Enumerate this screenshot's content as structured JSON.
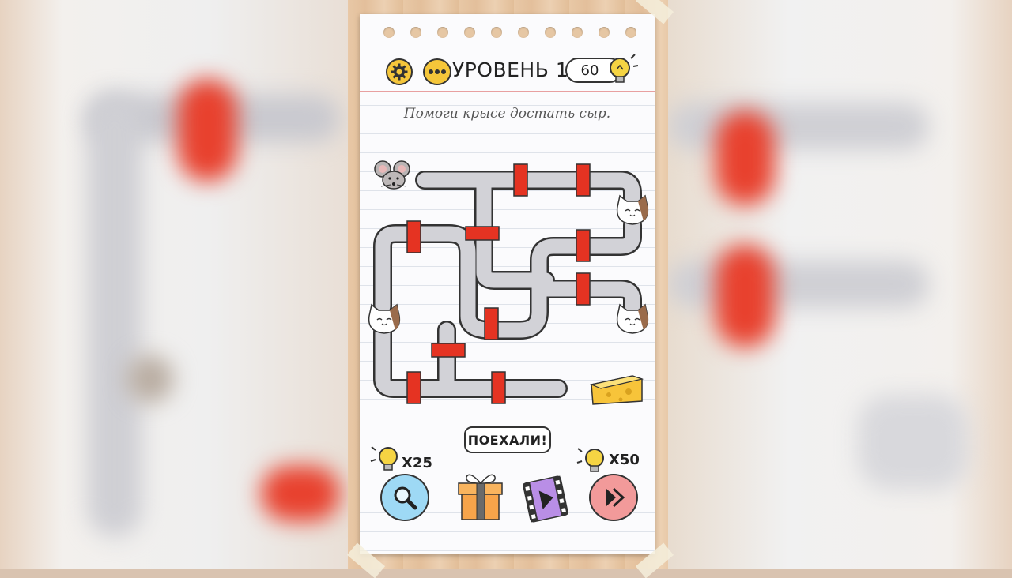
{
  "header": {
    "level_title": "УРОВЕНЬ 126",
    "hint_count": "60"
  },
  "instruction": "Помоги крысе достать сыр.",
  "actions": {
    "go_label": "ПОЕХАЛИ!",
    "zoom_cost": "X25",
    "skip_cost": "X50"
  },
  "icons": {
    "settings": "gear-icon",
    "more": "more-dots-icon",
    "hint": "lightbulb-icon",
    "zoom": "magnifier-icon",
    "gift": "gift-icon",
    "video": "video-film-icon",
    "skip": "skip-icon",
    "rat": "rat-icon",
    "cat": "cat-icon",
    "cheese": "cheese-icon"
  },
  "colors": {
    "accent_yellow": "#f5c63a",
    "valve_red": "#e53322",
    "pipe_gray": "#cfcfd4",
    "zoom_blue": "#9ed9f5",
    "skip_pink": "#f29a9a",
    "gift_orange": "#f7a44a",
    "video_purple": "#b98ee6"
  }
}
